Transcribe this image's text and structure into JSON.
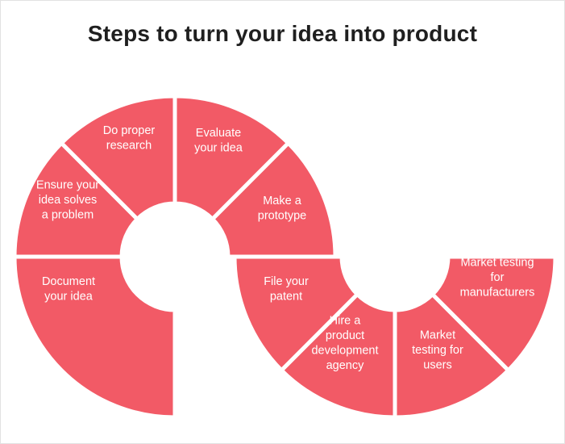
{
  "title": "Steps to turn your idea into product",
  "colors": {
    "segment_fill": "#f25a66",
    "text_on_segment": "#ffffff",
    "title_text": "#1f1f1f"
  },
  "steps": [
    {
      "lines": [
        "Document",
        "your idea"
      ]
    },
    {
      "lines": [
        "Ensure your",
        "idea solves",
        "a problem"
      ]
    },
    {
      "lines": [
        "Do proper",
        "research"
      ]
    },
    {
      "lines": [
        "Evaluate",
        "your idea"
      ]
    },
    {
      "lines": [
        "Make a",
        "prototype"
      ]
    },
    {
      "lines": [
        "File your",
        "patent"
      ]
    },
    {
      "lines": [
        "Hire a",
        "product",
        "development",
        "agency"
      ]
    },
    {
      "lines": [
        "Market",
        "testing for",
        "users"
      ]
    },
    {
      "lines": [
        "Market testing",
        "for",
        "manufacturers"
      ]
    }
  ]
}
